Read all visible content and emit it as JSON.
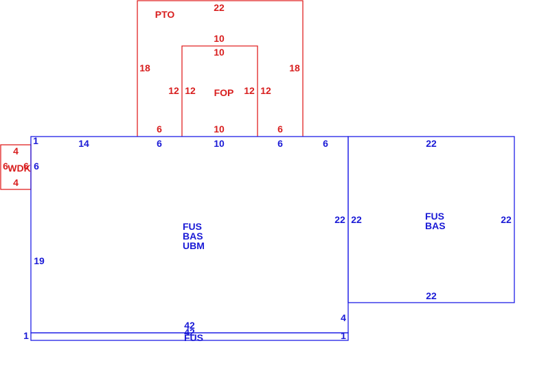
{
  "colors": {
    "addition": "#e02020",
    "main": "#1e1ee6"
  },
  "pto": {
    "code": "PTO",
    "top": "22",
    "left": "18",
    "right": "18",
    "bottom_left": "6",
    "bottom_right": "6"
  },
  "fop": {
    "code": "FOP",
    "top_outer": "10",
    "top_inner": "10",
    "left_outer": "12",
    "left_inner": "12",
    "right_inner": "12",
    "right_outer": "12",
    "bottom": "10"
  },
  "wdk": {
    "code": "WDK",
    "top": "4",
    "bottom": "4",
    "left": "6",
    "right": "6"
  },
  "main": {
    "codes": [
      "FUS",
      "BAS",
      "UBM"
    ],
    "top_segments": [
      "14",
      "6",
      "10",
      "6",
      "6"
    ],
    "corner_top_left": "1",
    "wdk_side": "6",
    "left": "19",
    "right": "22",
    "right_lower": "4"
  },
  "annex": {
    "codes": [
      "FUS",
      "BAS"
    ],
    "top": "22",
    "bottom": "22",
    "left": "22",
    "right": "22"
  },
  "strip": {
    "codes": [
      "FUS"
    ],
    "top": "42",
    "bottom": "42",
    "left": "1",
    "right": "1"
  }
}
